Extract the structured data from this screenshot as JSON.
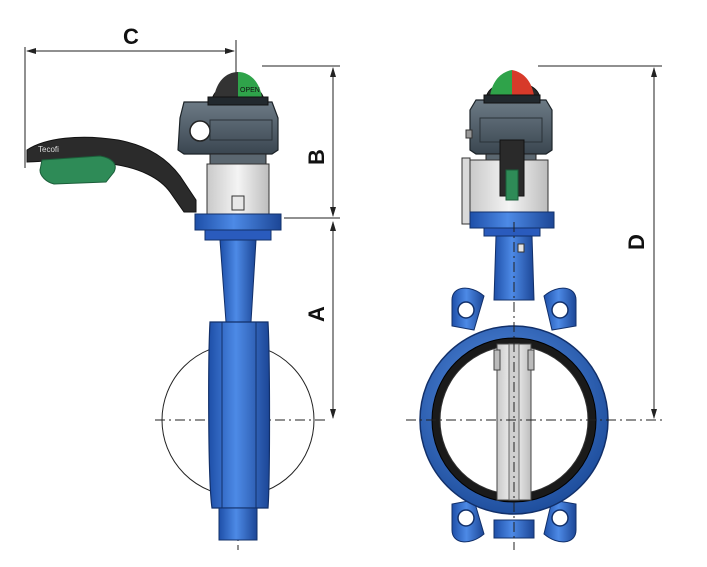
{
  "dimensions": {
    "a": "A",
    "b": "B",
    "c": "C",
    "d": "D"
  },
  "handle": {
    "brand_text": "Tecofi"
  },
  "indicator": {
    "open_text": "OPEN"
  },
  "colors": {
    "body_blue": "#2f6fd0",
    "dark_blue": "#1f4f9e",
    "handle_black": "#2a2a2a",
    "handle_green": "#2e8b57",
    "actuator_gray": "#4d5b66",
    "indicator_green": "#2fa34a",
    "indicator_red": "#d73a2a"
  }
}
